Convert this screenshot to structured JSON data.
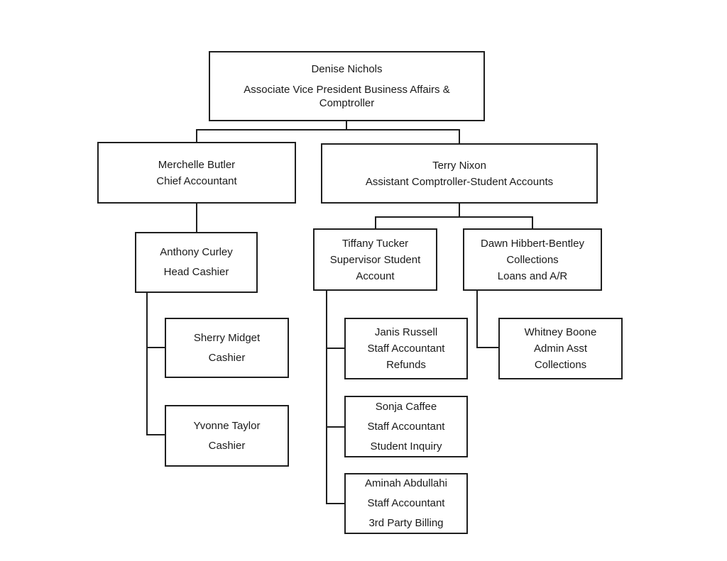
{
  "diagram_type": "organizational-chart",
  "colors": {
    "background": "#ffffff",
    "box_border": "#1f1f1f",
    "connector": "#1f1f1f",
    "text": "#1a1a1a"
  },
  "org": {
    "denise": {
      "name": "Denise Nichols",
      "title": "Associate Vice President Business Affairs & Comptroller"
    },
    "merchelle": {
      "lines": [
        "Merchelle Butler",
        "Chief Accountant"
      ]
    },
    "terry": {
      "lines": [
        "Terry Nixon",
        "Assistant Comptroller-Student Accounts"
      ]
    },
    "anthony": {
      "lines": [
        "Anthony Curley",
        "Head Cashier"
      ]
    },
    "tiffany": {
      "lines": [
        "Tiffany Tucker",
        "Supervisor Student",
        "Account"
      ]
    },
    "dawn": {
      "lines": [
        "Dawn Hibbert-Bentley",
        "Collections",
        "Loans and A/R"
      ]
    },
    "sherry": {
      "lines": [
        "Sherry Midget",
        "Cashier"
      ]
    },
    "yvonne": {
      "lines": [
        "Yvonne Taylor",
        "Cashier"
      ]
    },
    "janis": {
      "lines": [
        "Janis Russell",
        "Staff Accountant",
        "Refunds"
      ]
    },
    "sonja": {
      "lines": [
        "Sonja Caffee",
        "Staff Accountant",
        "Student Inquiry"
      ]
    },
    "aminah": {
      "lines": [
        "Aminah Abdullahi",
        "Staff Accountant",
        "3rd Party Billing"
      ]
    },
    "whitney": {
      "lines": [
        "Whitney Boone",
        "Admin Asst",
        "Collections"
      ]
    }
  },
  "reporting_lines": [
    {
      "from": "Denise Nichols",
      "to": "Merchelle Butler"
    },
    {
      "from": "Denise Nichols",
      "to": "Terry Nixon"
    },
    {
      "from": "Merchelle Butler",
      "to": "Anthony Curley"
    },
    {
      "from": "Anthony Curley",
      "to": "Sherry Midget"
    },
    {
      "from": "Anthony Curley",
      "to": "Yvonne Taylor"
    },
    {
      "from": "Terry Nixon",
      "to": "Tiffany Tucker"
    },
    {
      "from": "Terry Nixon",
      "to": "Dawn Hibbert-Bentley"
    },
    {
      "from": "Tiffany Tucker",
      "to": "Janis Russell"
    },
    {
      "from": "Tiffany Tucker",
      "to": "Sonja Caffee"
    },
    {
      "from": "Tiffany Tucker",
      "to": "Aminah Abdullahi"
    },
    {
      "from": "Dawn Hibbert-Bentley",
      "to": "Whitney Boone"
    }
  ]
}
